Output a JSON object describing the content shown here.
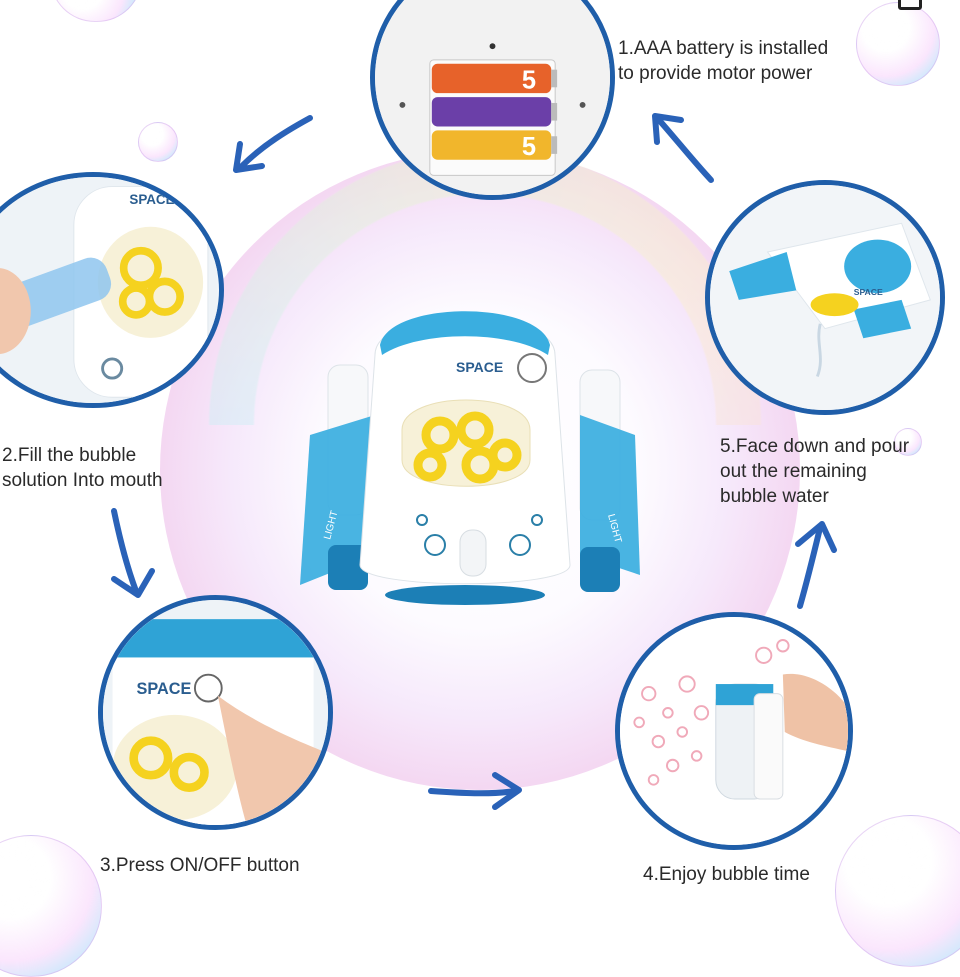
{
  "steps": [
    {
      "number": "1",
      "label": "1.AAA battery is installed\nto provide motor power",
      "icon": "battery-compartment"
    },
    {
      "number": "2",
      "label": "2.Fill the bubble\nsolution Into mouth",
      "icon": "bottle-pour"
    },
    {
      "number": "3",
      "label": "3.Press ON/OFF button",
      "icon": "finger-press"
    },
    {
      "number": "4",
      "label": "4.Enjoy bubble time",
      "icon": "bubbles-out"
    },
    {
      "number": "5",
      "label": "5.Face down and pour\nout the remaining\nbubble water",
      "icon": "pour-out"
    }
  ],
  "product": {
    "brand": "SPACE",
    "side_left": "LIGHT",
    "side_right": "LIGHT"
  },
  "battery_labels": [
    "5",
    "5"
  ],
  "colors": {
    "ring": "#1f5ea9",
    "arrow": "#2a62b8",
    "toy_blue": "#2fa3d6",
    "toy_white": "#ffffff",
    "bubble_yellow": "#f6d623"
  }
}
